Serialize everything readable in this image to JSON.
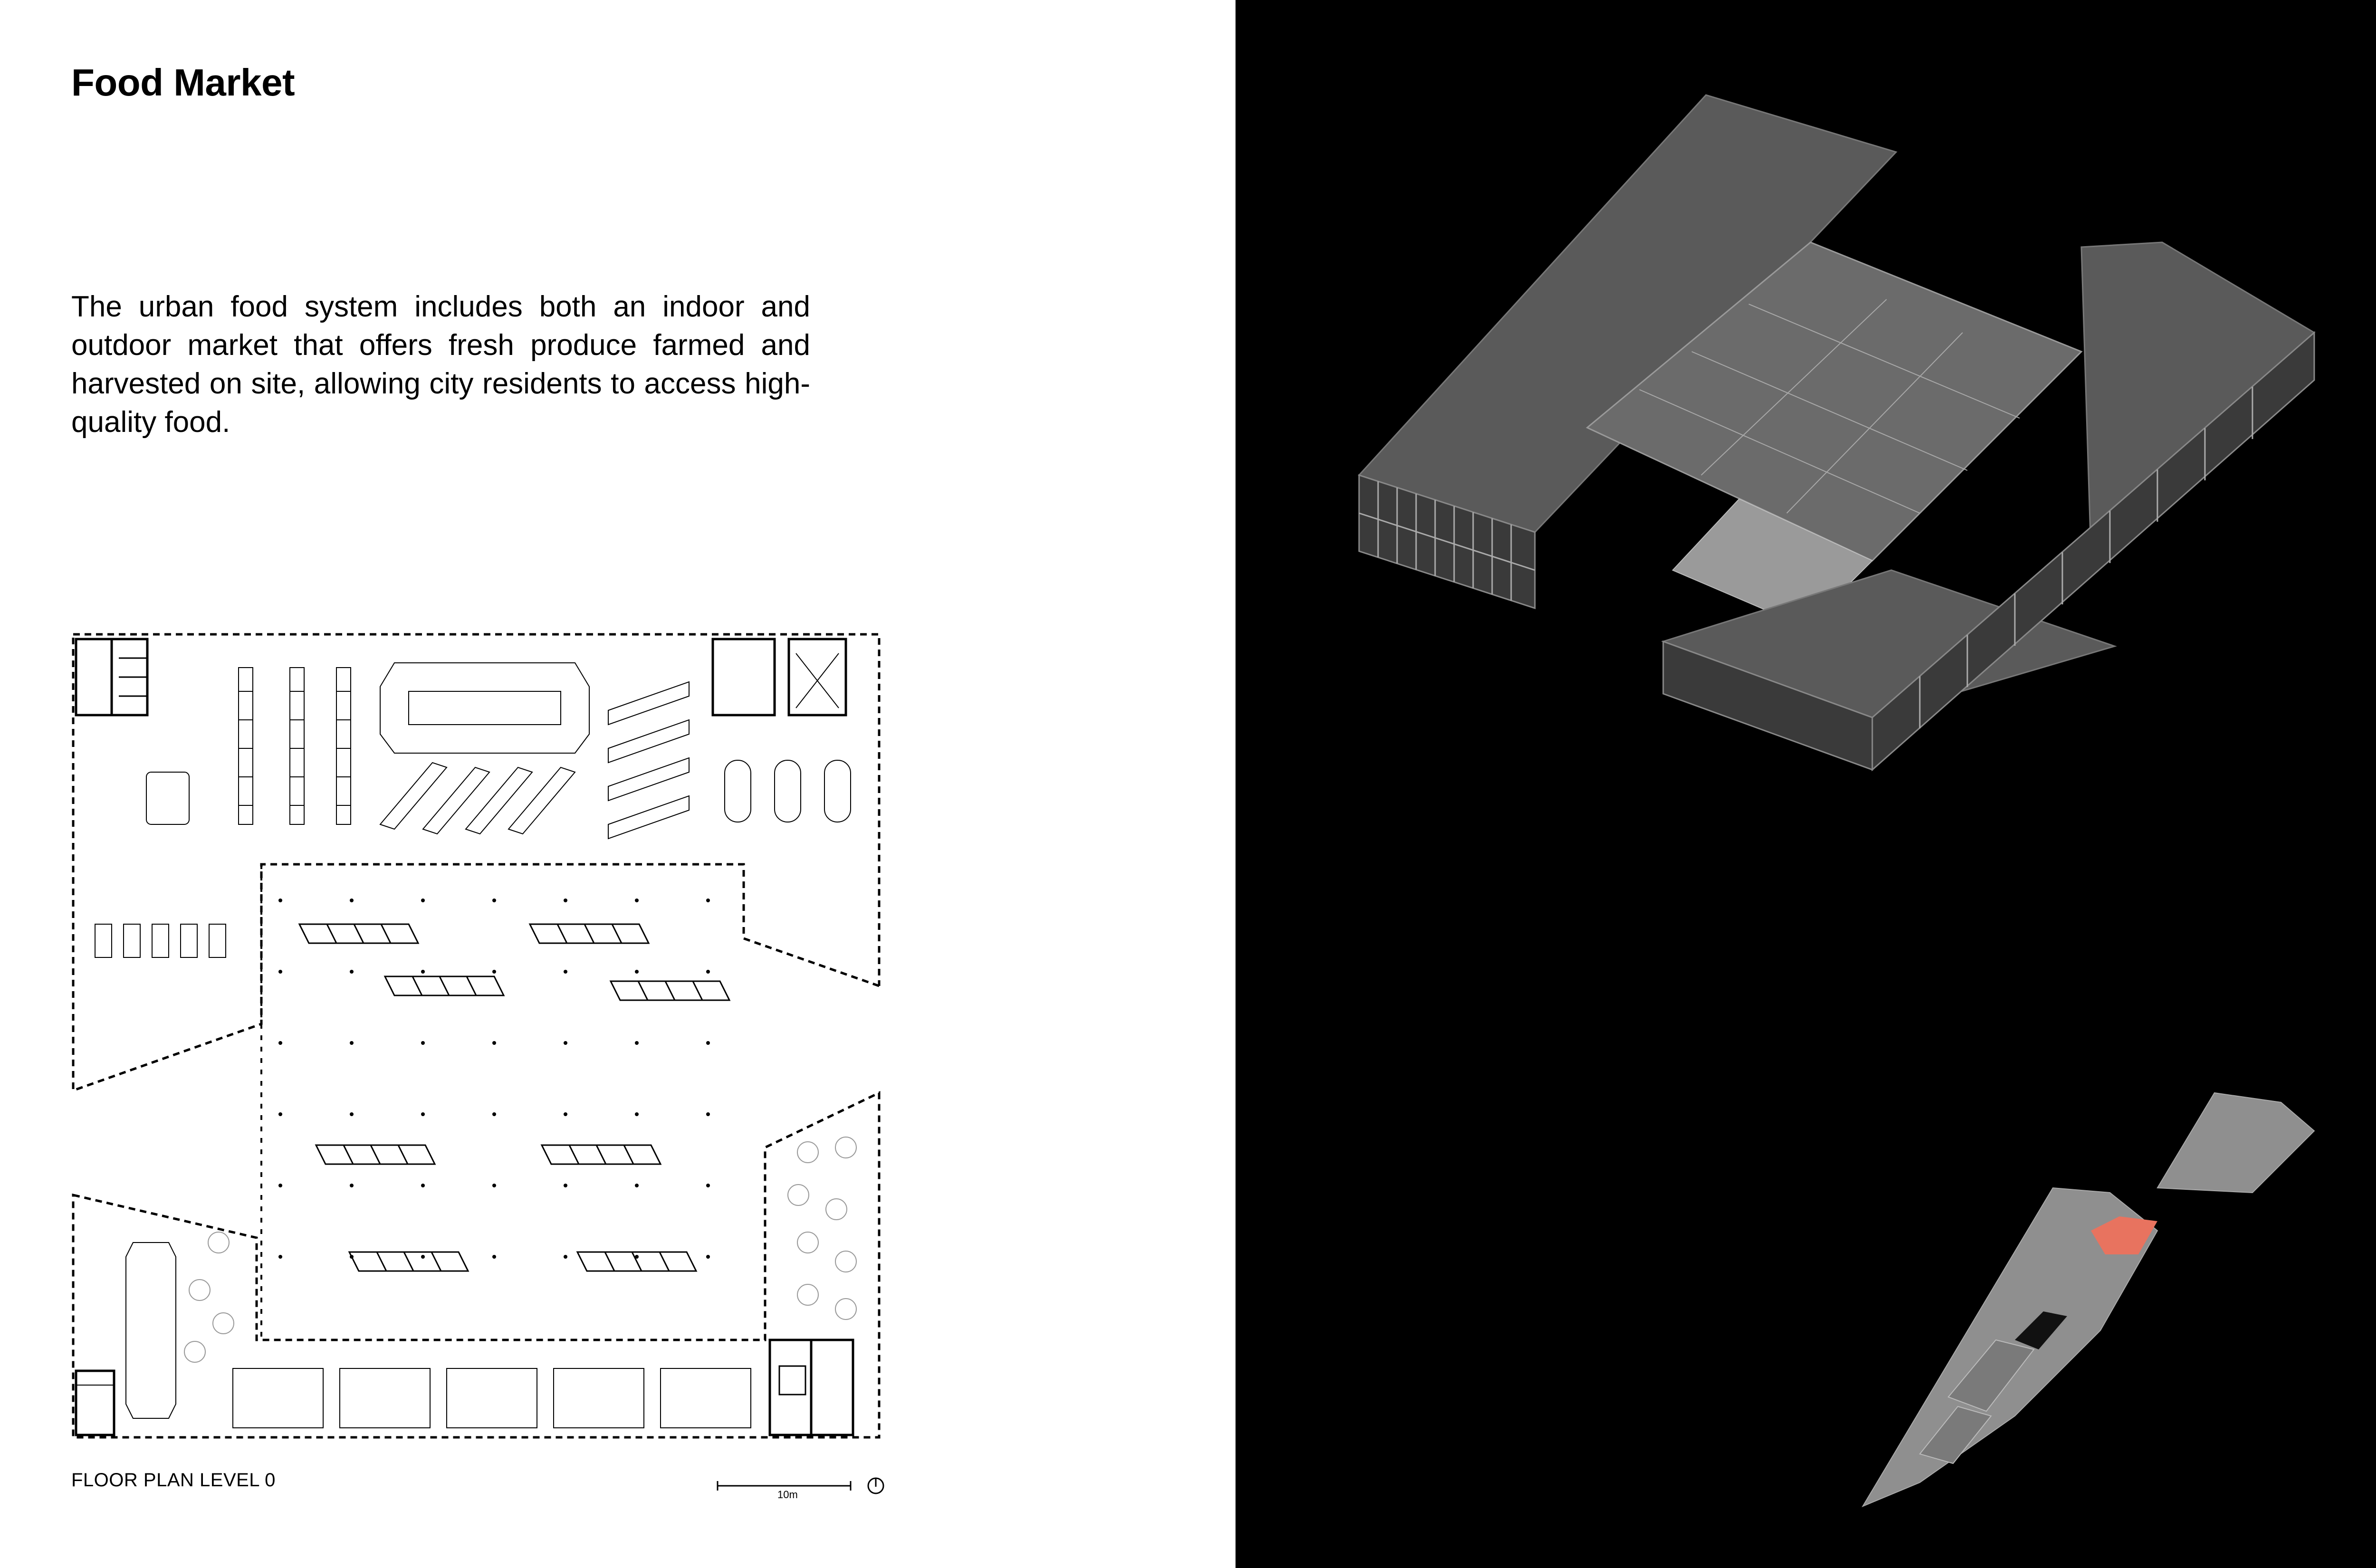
{
  "page": {
    "title": "Food Market",
    "description": "The urban food system includes both an indoor and outdoor market that offers fresh produce farmed and harvested on site, allowing city residents to access high-quality food.",
    "plan_caption": "FLOOR PLAN LEVEL 0",
    "scale_label": "10m"
  },
  "colors": {
    "left_background": "#ffffff",
    "right_background": "#000000",
    "site_highlight": "#e8735f"
  },
  "icons": [
    "north-arrow-icon"
  ]
}
